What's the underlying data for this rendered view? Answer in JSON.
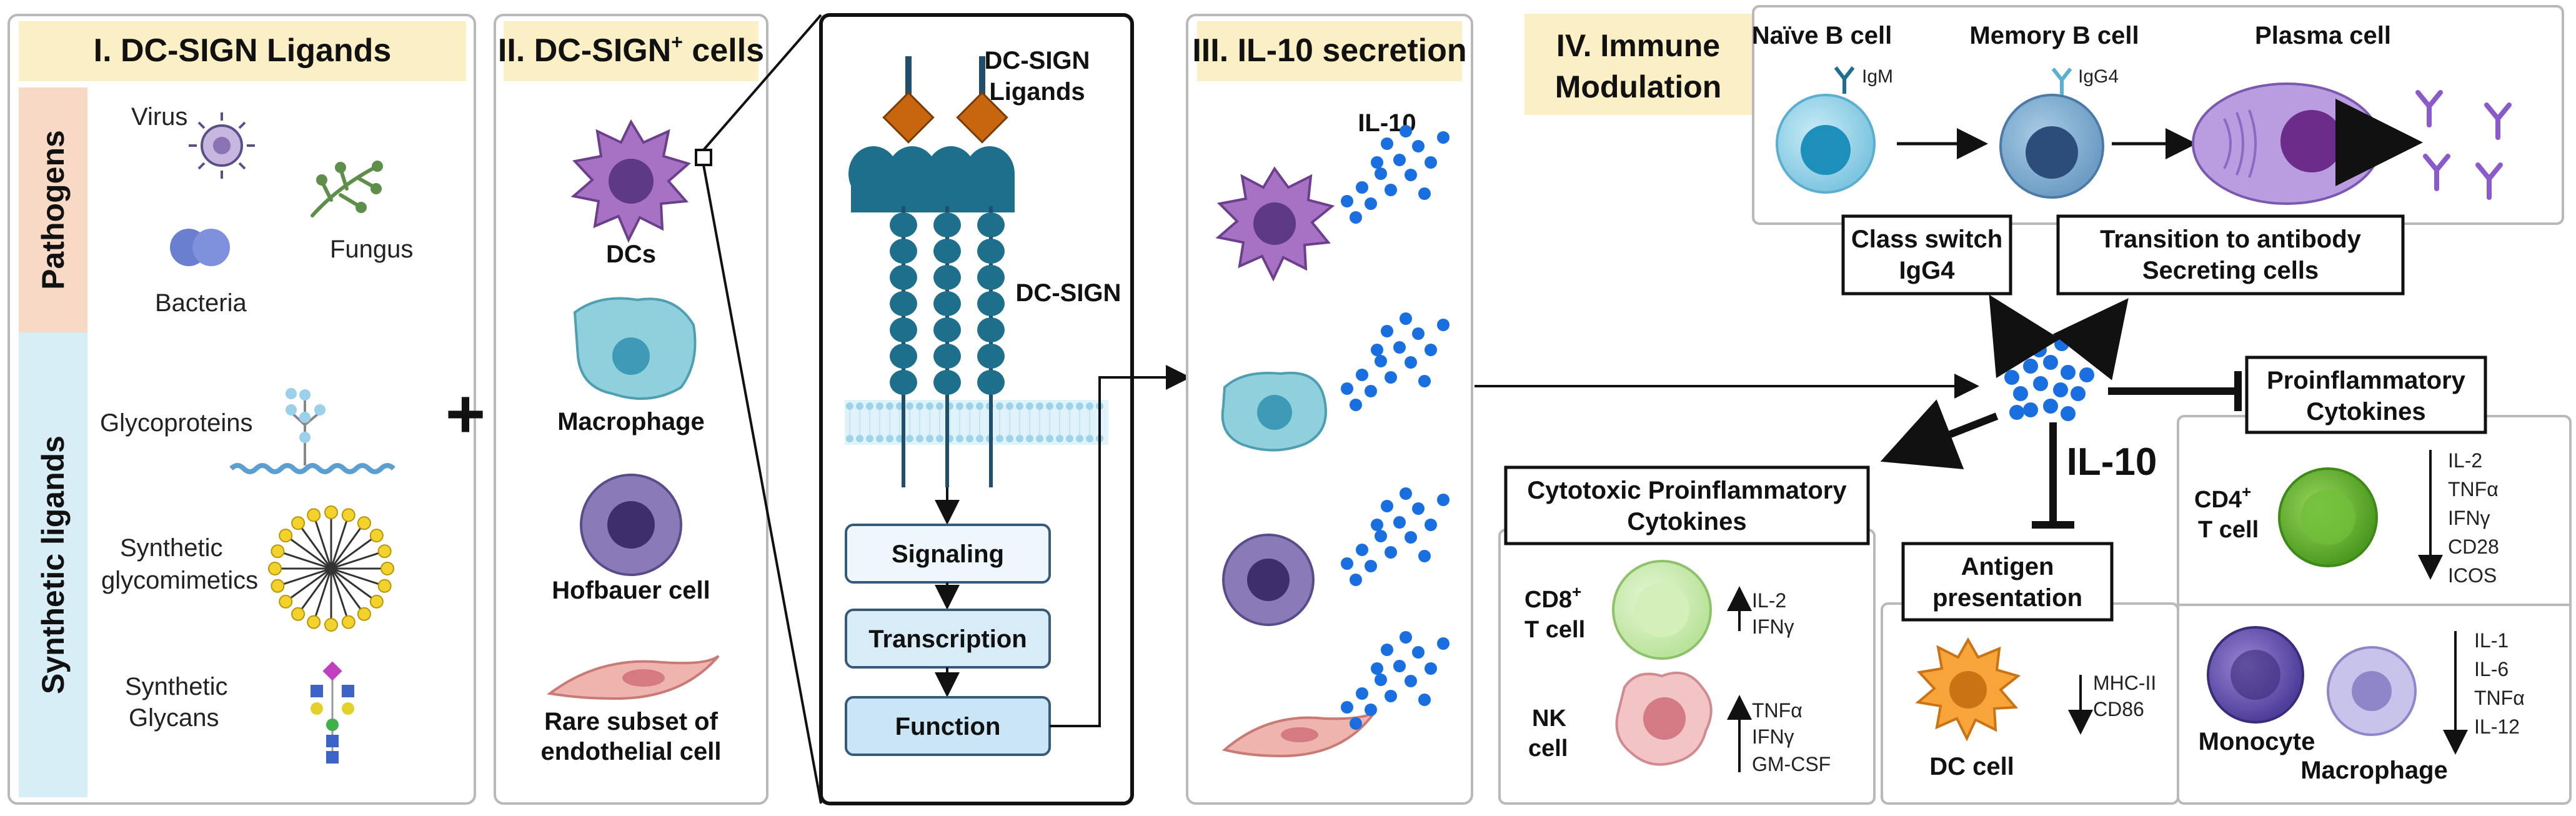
{
  "colors": {
    "panel_border": "#b9b9b9",
    "header_fill": "#fbefc6",
    "pathogen_band": "#f7d9c6",
    "synthetic_band": "#d8eef7",
    "receptor": "#1e6f8c",
    "ligand": "#c8650f",
    "il10": "#1a6fe0",
    "dc_purple": "#9a66b8",
    "macrophage": "#8fd0dc",
    "hofbauer": "#8a7ab8",
    "endothelial": "#f0b4ae",
    "box_fill": "#e3f1fb"
  },
  "panel1": {
    "title": "I. DC-SIGN Ligands",
    "band_pathogens": "Pathogens",
    "band_synthetic": "Synthetic ligands",
    "virus": "Virus",
    "fungus": "Fungus",
    "bacteria": "Bacteria",
    "glycoproteins": "Glycoproteins",
    "glycomimetics_1": "Synthetic",
    "glycomimetics_2": "glycomimetics",
    "glycans_1": "Synthetic",
    "glycans_2": "Glycans"
  },
  "plus": "+",
  "panel2": {
    "title_main": "II. DC-SIGN",
    "title_sup": "+",
    "title_tail": " cells",
    "dcs": "DCs",
    "macrophage": "Macrophage",
    "hofbauer": "Hofbauer cell",
    "endothelial_1": "Rare subset of",
    "endothelial_2": "endothelial  cell"
  },
  "zoom": {
    "ligands_1": "DC-SIGN",
    "ligands_2": "Ligands",
    "receptor": "DC-SIGN",
    "steps": [
      "Signaling",
      "Transcription",
      "Function"
    ]
  },
  "panel3": {
    "title": "III. IL-10 secretion",
    "il10": "IL-10"
  },
  "panel4": {
    "title_1": "IV. Immune",
    "title_2": "Modulation",
    "naive_b": "Naïve B cell",
    "memory_b": "Memory B cell",
    "plasma": "Plasma cell",
    "igm": "IgM",
    "igg4": "IgG4",
    "class_switch_1": "Class switch",
    "class_switch_2": "IgG4",
    "transition_1": "Transition to antibody",
    "transition_2": "Secreting cells",
    "il10": "IL-10",
    "proinflam_1": "Proinflammatory",
    "proinflam_2": "Cytokines",
    "cd4_1": "CD4",
    "cd4_sup": "+",
    "cd4_2": "T cell",
    "cd4_list": [
      "IL-2",
      "TNFα",
      "IFNγ",
      "CD28",
      "ICOS"
    ],
    "monocyte": "Monocyte",
    "macrophage": "Macrophage",
    "mono_list": [
      "IL-1",
      "IL-6",
      "TNFα",
      "IL-12"
    ],
    "cytotoxic_1": "Cytotoxic Proinflammatory",
    "cytotoxic_2": "Cytokines",
    "cd8_1": "CD8",
    "cd8_sup": "+",
    "cd8_2": "T cell",
    "cd8_list": [
      "IL-2",
      "IFNγ"
    ],
    "nk_1": "NK",
    "nk_2": "cell",
    "nk_list": [
      "TNFα",
      "IFNγ",
      "GM-CSF"
    ],
    "antigen_1": "Antigen",
    "antigen_2": "presentation",
    "dc_cell": "DC cell",
    "dc_list": [
      "MHC-II",
      "CD86"
    ]
  }
}
